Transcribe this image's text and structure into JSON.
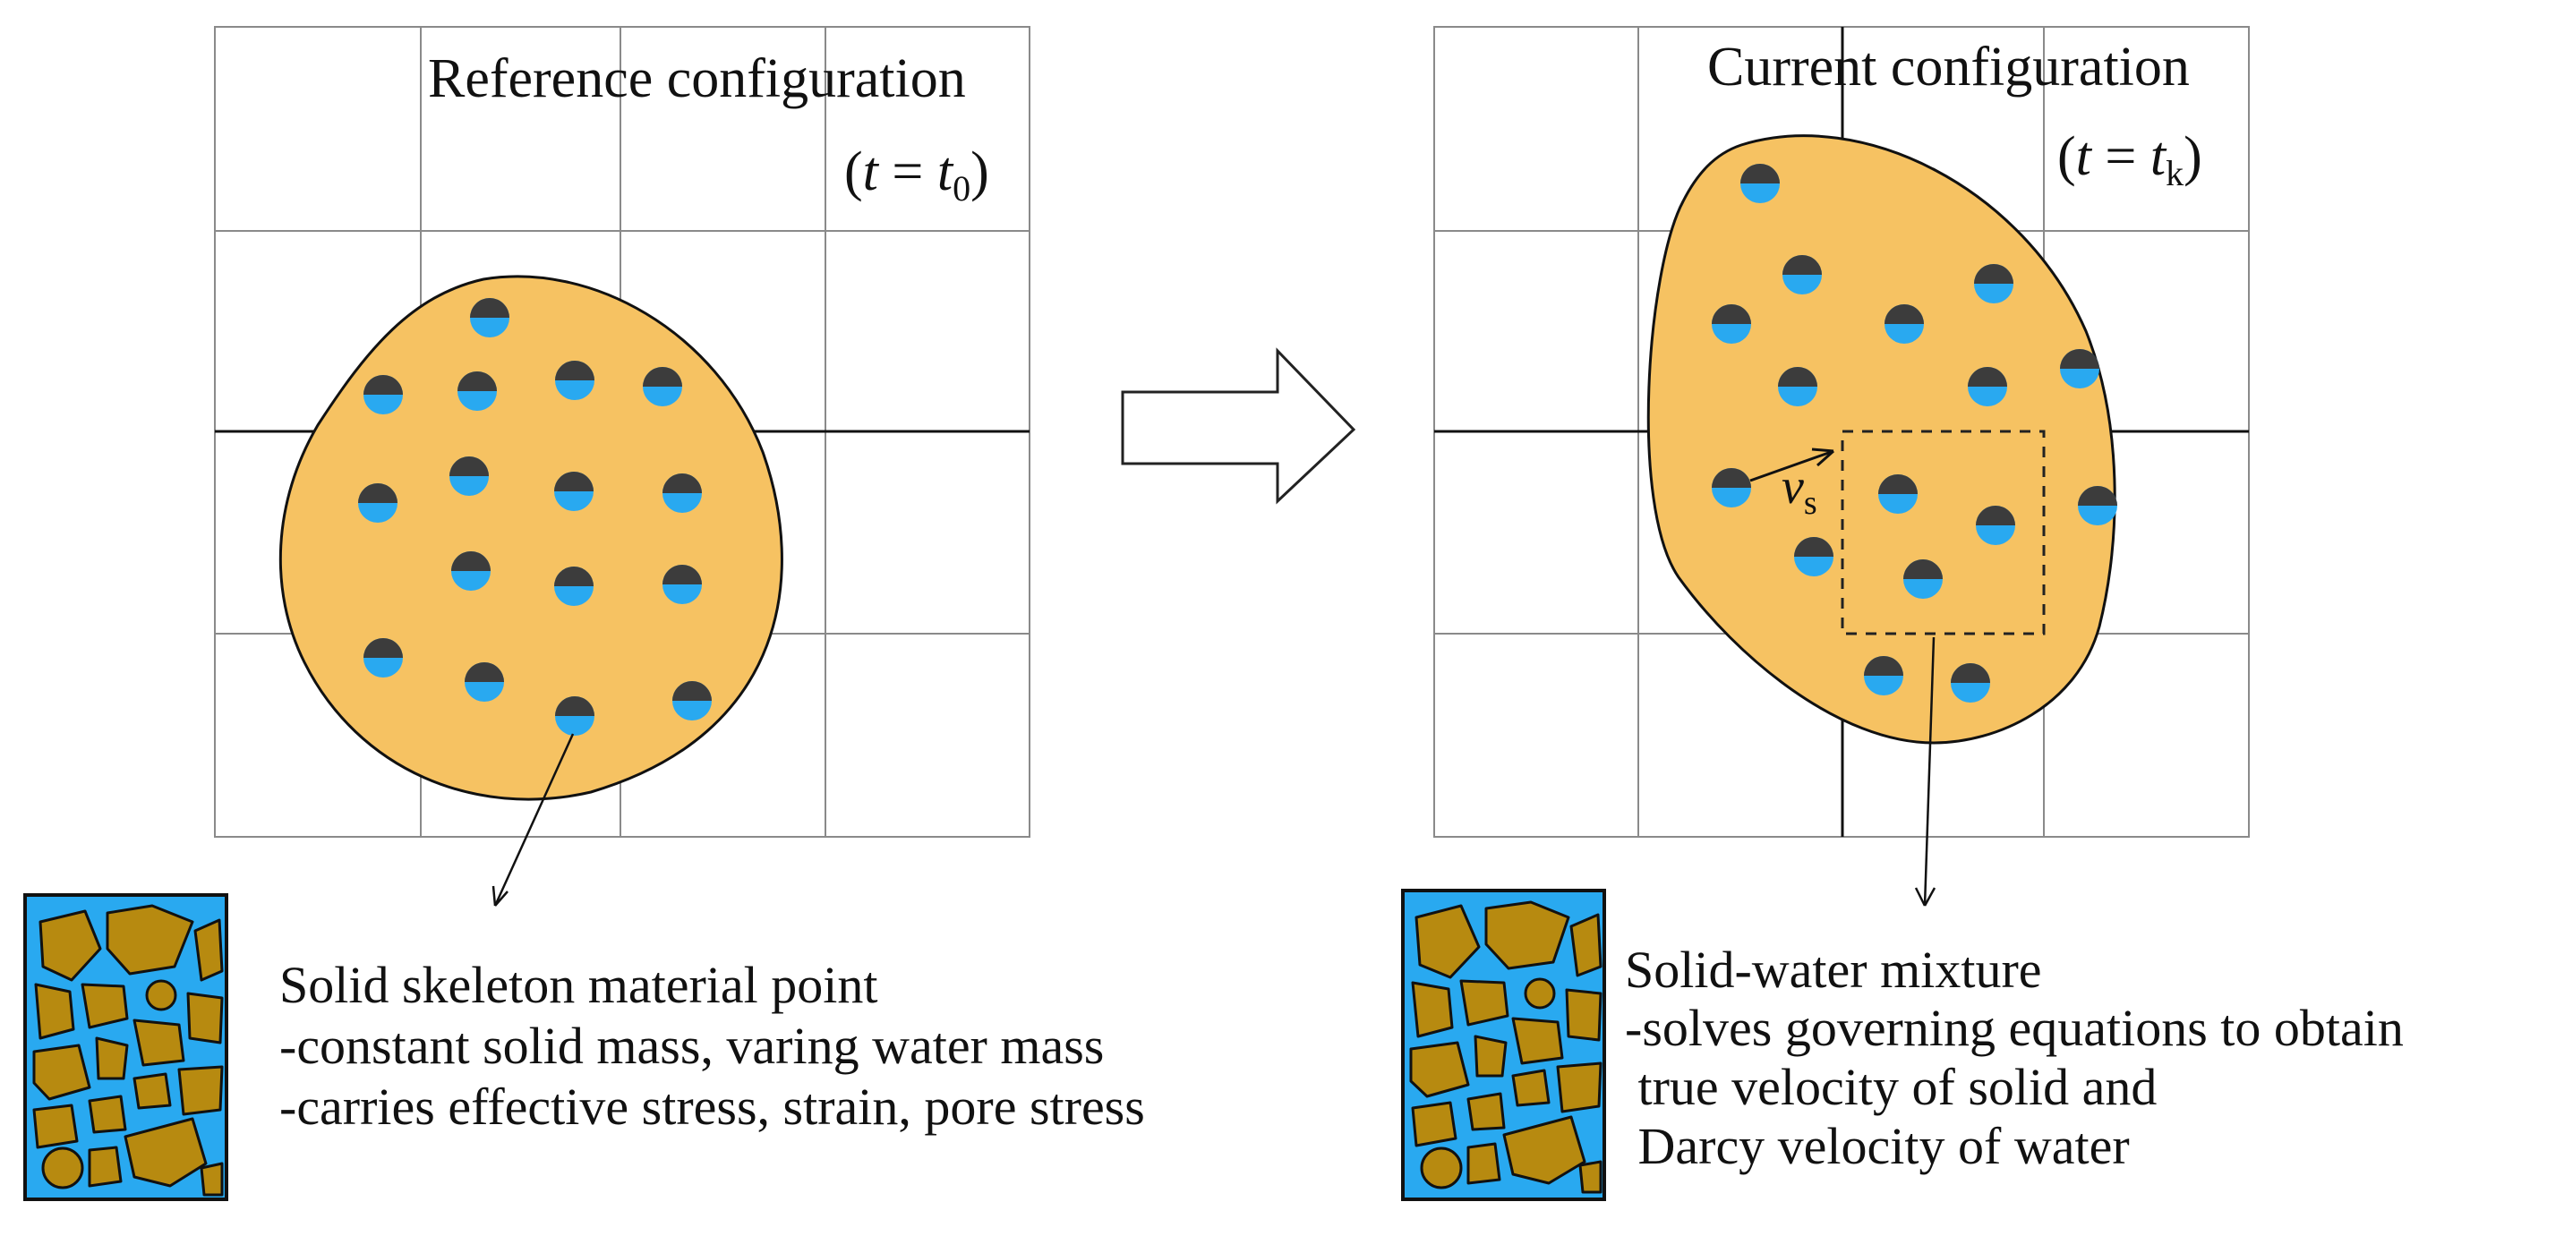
{
  "colors": {
    "soil_body": "#f6c262",
    "water": "#29a9f0",
    "solid": "#3c3c3c",
    "grain": "#b78a10",
    "outline": "#111111"
  },
  "left_panel": {
    "title": "Reference configuration",
    "time_open": "(",
    "time_var": "t",
    "time_eq": " = ",
    "time_val": "t",
    "time_sub": "0",
    "time_close": ")"
  },
  "right_panel": {
    "title": "Current configuration",
    "time_open": "(",
    "time_var": "t",
    "time_eq": " = ",
    "time_val": "t",
    "time_sub": "k",
    "time_close": ")",
    "velocity_symbol": "v",
    "velocity_sub": "s"
  },
  "left_caption": {
    "line1": "Solid skeleton material point",
    "line2": "-constant solid mass, varing water mass",
    "line3": "-carries effective stress, strain, pore stress"
  },
  "right_caption": {
    "line1": "Solid-water mixture",
    "line2": "-solves governing equations to obtain",
    "line3": " true velocity of solid and",
    "line4": " Darcy velocity of water"
  },
  "transition_arrow": "arrow-right-icon"
}
